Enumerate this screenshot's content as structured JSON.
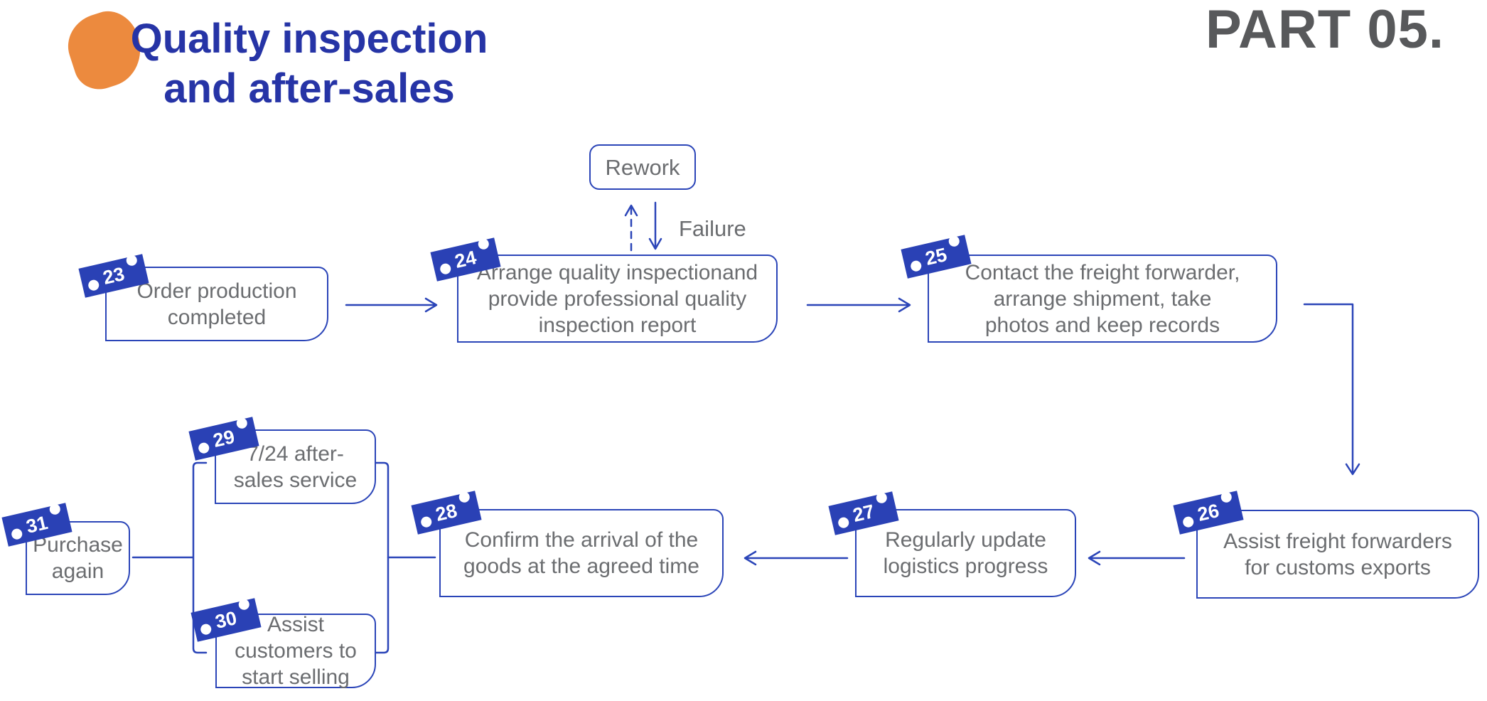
{
  "header": {
    "title_line1": "Quality inspection",
    "title_line2": "and after-sales",
    "part_label": "PART 05."
  },
  "flow": {
    "rework_label": "Rework",
    "failure_label": "Failure",
    "steps": [
      {
        "id": "23",
        "text": "Order production\ncompleted"
      },
      {
        "id": "24",
        "text": "Arrange quality inspectionand\nprovide professional quality\ninspection report"
      },
      {
        "id": "25",
        "text": "Contact the freight forwarder,\narrange shipment, take\nphotos and keep records"
      },
      {
        "id": "26",
        "text": "Assist freight forwarders\nfor customs exports"
      },
      {
        "id": "27",
        "text": "Regularly update\nlogistics progress"
      },
      {
        "id": "28",
        "text": "Confirm the arrival of the\ngoods at the agreed time"
      },
      {
        "id": "29",
        "text": "7/24 after-\nsales service"
      },
      {
        "id": "30",
        "text": "Assist\ncustomers to\nstart selling"
      },
      {
        "id": "31",
        "text": "Purchase\nagain"
      }
    ]
  },
  "colors": {
    "accent_blue": "#2b45b8",
    "tag_blue": "#2a41b5",
    "title_blue": "#2634a6",
    "text_gray": "#6b6d70",
    "part_gray": "#58595b",
    "orange": "#ec8a3e"
  }
}
